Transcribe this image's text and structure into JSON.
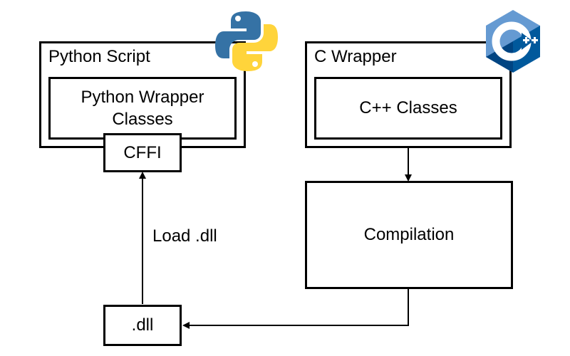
{
  "python_script": {
    "title": "Python Script",
    "inner_line1": "Python Wrapper",
    "inner_line2": "Classes",
    "cffi": "CFFI"
  },
  "c_wrapper": {
    "title": "C Wrapper",
    "inner": "C++ Classes"
  },
  "compilation": "Compilation",
  "dll": ".dll",
  "load_label": "Load .dll",
  "colors": {
    "line": "#000000",
    "python_blue": "#3572A5",
    "python_yellow": "#FFD43B",
    "cpp_light": "#659AD2",
    "cpp_dark": "#00599C",
    "cpp_mid": "#004482"
  },
  "logos": {
    "python": "python-logo",
    "cpp": "cpp-logo"
  }
}
